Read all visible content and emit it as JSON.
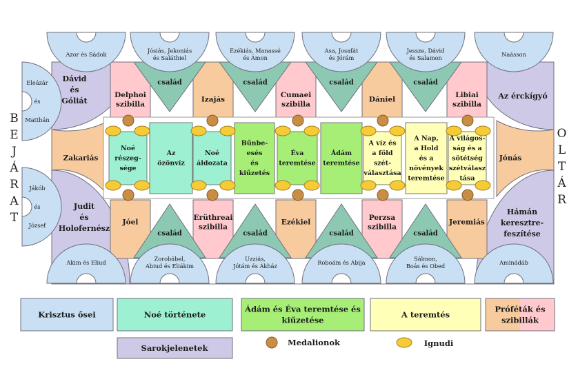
{
  "colors": {
    "ancestors": "#c9dff3",
    "noah": "#9ef0d3",
    "adam_eva": "#a6ee76",
    "creation": "#ffffb8",
    "prophet": "#f8cb9e",
    "sibyl": "#ffc9cd",
    "corner": "#cec9e6",
    "medallion": "#c98e45",
    "ignudo": "#f6cb36",
    "family": "#8dc8b2",
    "outline": "#6f6f7e"
  },
  "side_labels": {
    "entrance": [
      "B",
      "E",
      "J",
      "Á",
      "R",
      "A",
      "T"
    ],
    "altar": [
      "O",
      "L",
      "T",
      "Á",
      "R"
    ]
  },
  "lunettes": {
    "top": [
      "Azor és Sádok",
      "Jósiás, Jekoniás|és Saláthiel",
      "Ezékiás, Manassé|és Ámon",
      "Asa, Josafát|és Jórám",
      "Jessze, Dávid|és Salamon",
      "Naásson"
    ],
    "bottom": [
      "Akim és Eliud",
      "Zorobábel,|Abiud és Eliákim",
      "Uzziás,|Jótám és Ákház",
      "Roboám és Abija",
      "Sálmon,|Boás és Obed",
      "Aminádáb"
    ],
    "left": [
      "Eleázár|és|Matthán",
      "Jákób|és|József"
    ]
  },
  "corners": {
    "top_left": "Dávid|és|Góliát",
    "bottom_left": "Judit|és|Holofernész",
    "top_right": "Az érckígyó",
    "bottom_right": "Hámán|keresztre-|feszítése"
  },
  "prophets_sibyls": {
    "top": [
      "Delphoi|szibilla",
      "Izajás",
      "Cumaei|szibilla",
      "Dániel",
      "Libiai|szibilla"
    ],
    "bottom": [
      "Jóel",
      "Erüthreai|szibilla",
      "Ezékiel",
      "Perzsa|szibilla",
      "Jeremiás"
    ],
    "left": "Zakariás",
    "right": "Jónás"
  },
  "family_label": "család",
  "ceiling": [
    "Noé|részeg-|sége",
    "Az|özönvíz",
    "Noé|áldozata",
    "Bűnbe-|esés|és|kiűzetés",
    "Éva|teremtése",
    "Ádám|teremtése",
    "A víz és|a föld|szét-|választása",
    "A Nap,|a Hold|és a|növények|teremtése",
    "A világos-|ság és a|sötétség|szétválasz|tása"
  ],
  "legend": {
    "ancestors": "Krisztus ősei",
    "noah": "Noé története",
    "adam_eva": "Ádám és Éva teremtése és|kiűzetése",
    "creation": "A teremtés",
    "prophets": "Próféták és|szibillák",
    "corners": "Sarokjelenetek",
    "medallions": "Medalionok",
    "ignudi": "Ignudi"
  }
}
